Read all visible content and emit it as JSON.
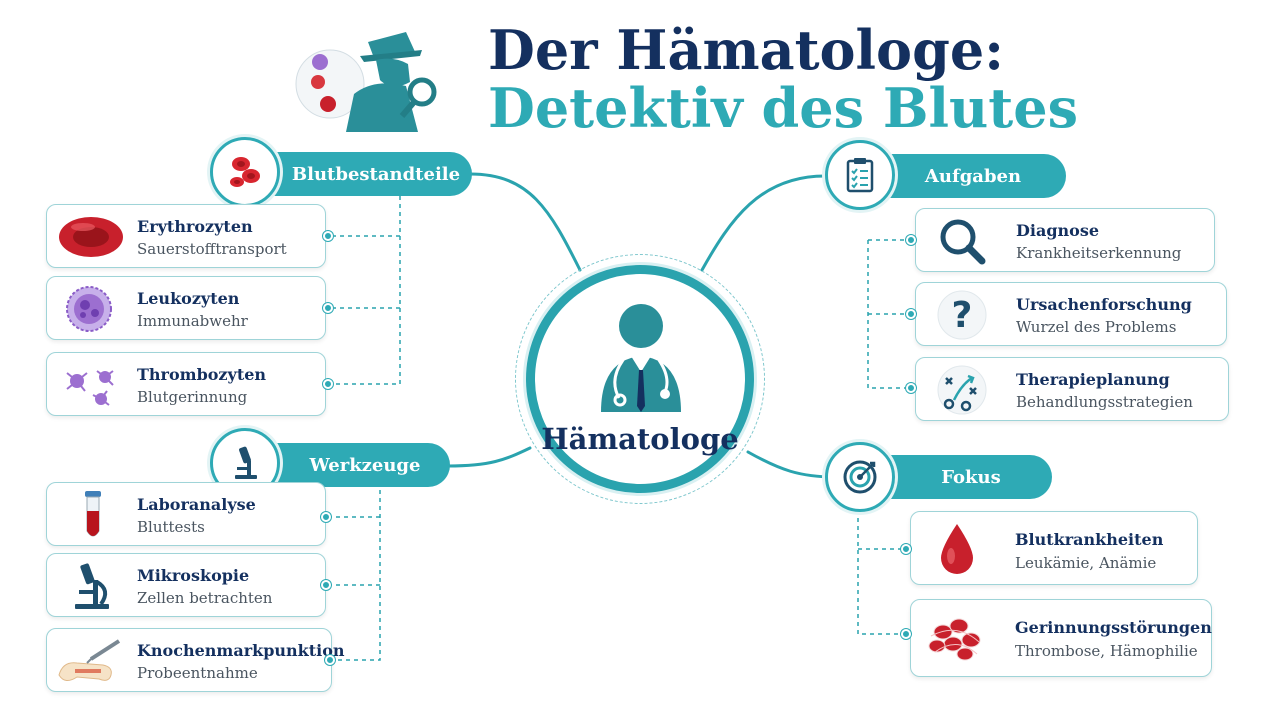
{
  "title": {
    "line1": "Der Hämatologe:",
    "line2": "Detektiv des Blutes"
  },
  "hub": {
    "label": "Hämatologe",
    "icon": "doctor-icon"
  },
  "colors": {
    "teal": "#2eaab5",
    "navy": "#14305f",
    "red": "#c8202c",
    "purple": "#8a5cc7"
  },
  "branches": {
    "blood": {
      "label": "Blutbestandteile",
      "icon": "red-blood-cells-icon",
      "items": [
        {
          "title": "Erythrozyten",
          "subtitle": "Sauerstofftransport",
          "icon": "erythrocyte-icon"
        },
        {
          "title": "Leukozyten",
          "subtitle": "Immunabwehr",
          "icon": "leukocyte-icon"
        },
        {
          "title": "Thrombozyten",
          "subtitle": "Blutgerinnung",
          "icon": "thrombocyte-icon"
        }
      ]
    },
    "tools": {
      "label": "Werkzeuge",
      "icon": "microscope-icon",
      "items": [
        {
          "title": "Laboranalyse",
          "subtitle": "Bluttests",
          "icon": "test-tube-icon"
        },
        {
          "title": "Mikroskopie",
          "subtitle": "Zellen betrachten",
          "icon": "microscope-icon"
        },
        {
          "title": "Knochenmarkpunktion",
          "subtitle": "Probeentnahme",
          "icon": "bone-syringe-icon"
        }
      ]
    },
    "tasks": {
      "label": "Aufgaben",
      "icon": "clipboard-icon",
      "items": [
        {
          "title": "Diagnose",
          "subtitle": "Krankheitserkennung",
          "icon": "magnifier-icon"
        },
        {
          "title": "Ursachenforschung",
          "subtitle": "Wurzel des Problems",
          "icon": "question-icon"
        },
        {
          "title": "Therapieplanung",
          "subtitle": "Behandlungsstrategien",
          "icon": "strategy-icon"
        }
      ]
    },
    "focus": {
      "label": "Fokus",
      "icon": "target-icon",
      "items": [
        {
          "title": "Blutkrankheiten",
          "subtitle": "Leukämie, Anämie",
          "icon": "blood-drop-icon"
        },
        {
          "title": "Gerinnungsstörungen",
          "subtitle": "Thrombose, Hämophilie",
          "icon": "blood-clot-icon"
        }
      ]
    }
  }
}
